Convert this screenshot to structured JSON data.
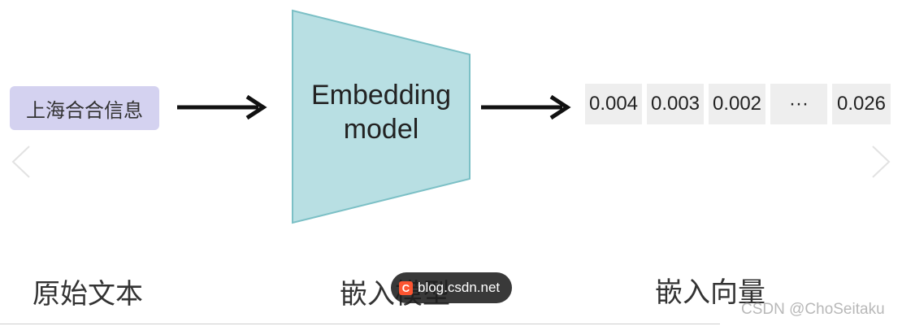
{
  "input": {
    "text": "上海合合信息"
  },
  "model": {
    "line1": "Embedding",
    "line2": "model",
    "fill_color": "#b8dfe3",
    "stroke_color": "#7cc0c6"
  },
  "vector": {
    "cells": [
      "0.004",
      "0.003",
      "0.002",
      "···",
      "0.026"
    ]
  },
  "captions": {
    "original": "原始文本",
    "model": "嵌入模型",
    "vector": "嵌入向量"
  },
  "watermark": {
    "logo": "C",
    "text": "blog.csdn.net",
    "credit": "CSDN @ChoSeitaku"
  },
  "colors": {
    "input_bg": "#d4d2f0",
    "arrow": "#111111",
    "vector_cell_bg": "#eeeeee",
    "brand": "#fc5531"
  },
  "icons": {
    "nav_prev": "chevron-left-icon",
    "nav_next": "chevron-right-icon"
  }
}
